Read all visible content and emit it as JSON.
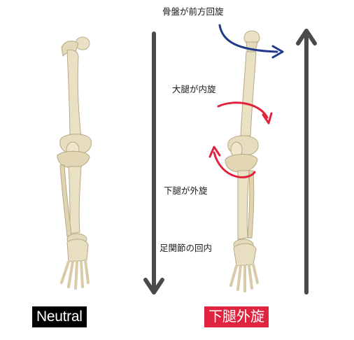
{
  "annotations": {
    "pelvis": "骨盤が前方回旋",
    "femur": "大腿が内旋",
    "tibia": "下腿が外旋",
    "ankle": "足関節の回内"
  },
  "badges": {
    "neutral": "Neutral",
    "rotation": "下腿外旋"
  },
  "colors": {
    "bone": "#eae1c5",
    "bone_shadow": "#c7b994",
    "arrow_gray": "#4a4a4a",
    "pelvis_arrow": "#1f3a8a",
    "rotation_arrow": "#e0243f",
    "badge_neutral_bg": "#000000",
    "badge_rotation_bg": "#e0243f"
  },
  "icons": {
    "left_arrow": "down-arrow-icon",
    "right_arrow": "up-arrow-icon"
  }
}
